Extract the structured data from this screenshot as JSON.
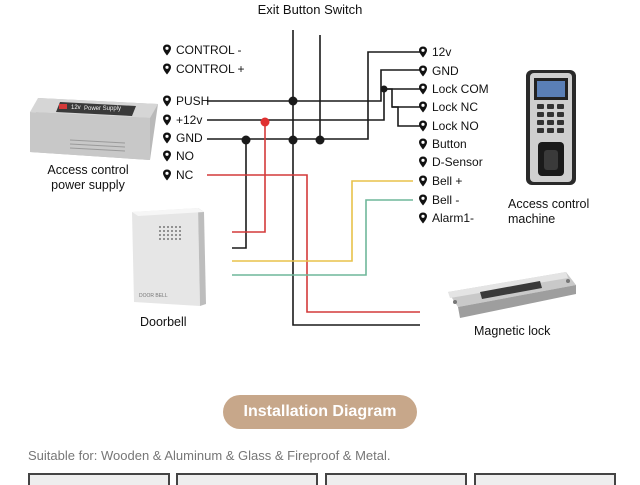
{
  "title": "Exit Button Switch",
  "power_supply": {
    "caption": [
      "Access control",
      "power supply"
    ],
    "badge": "12v",
    "brand": "Power Supply",
    "terminals": [
      "CONTROL -",
      "CONTROL +",
      "PUSH",
      "+12v",
      "GND",
      "NO",
      "NC"
    ]
  },
  "access_machine": {
    "caption": [
      "Access control",
      "machine"
    ],
    "terminals": [
      "12v",
      "GND",
      "Lock COM",
      "Lock NC",
      "Lock NO",
      "Button",
      "D-Sensor",
      "Bell +",
      "Bell -",
      "Alarm1-"
    ]
  },
  "doorbell": {
    "caption": "Doorbell",
    "brand": "DOOR BELL"
  },
  "magnetic_lock": {
    "caption": "Magnetic lock"
  },
  "badge_label": "Installation Diagram",
  "suitable_text": "Suitable for: Wooden & Aluminum & Glass & Fireproof & Metal.",
  "colors": {
    "black_wire": "#1a1a1a",
    "red_wire": "#d33a3a",
    "yellow_wire": "#e8c24a",
    "green_wire": "#6fb79a",
    "junction_red": "#e03030",
    "badge": "#c7a78a"
  }
}
